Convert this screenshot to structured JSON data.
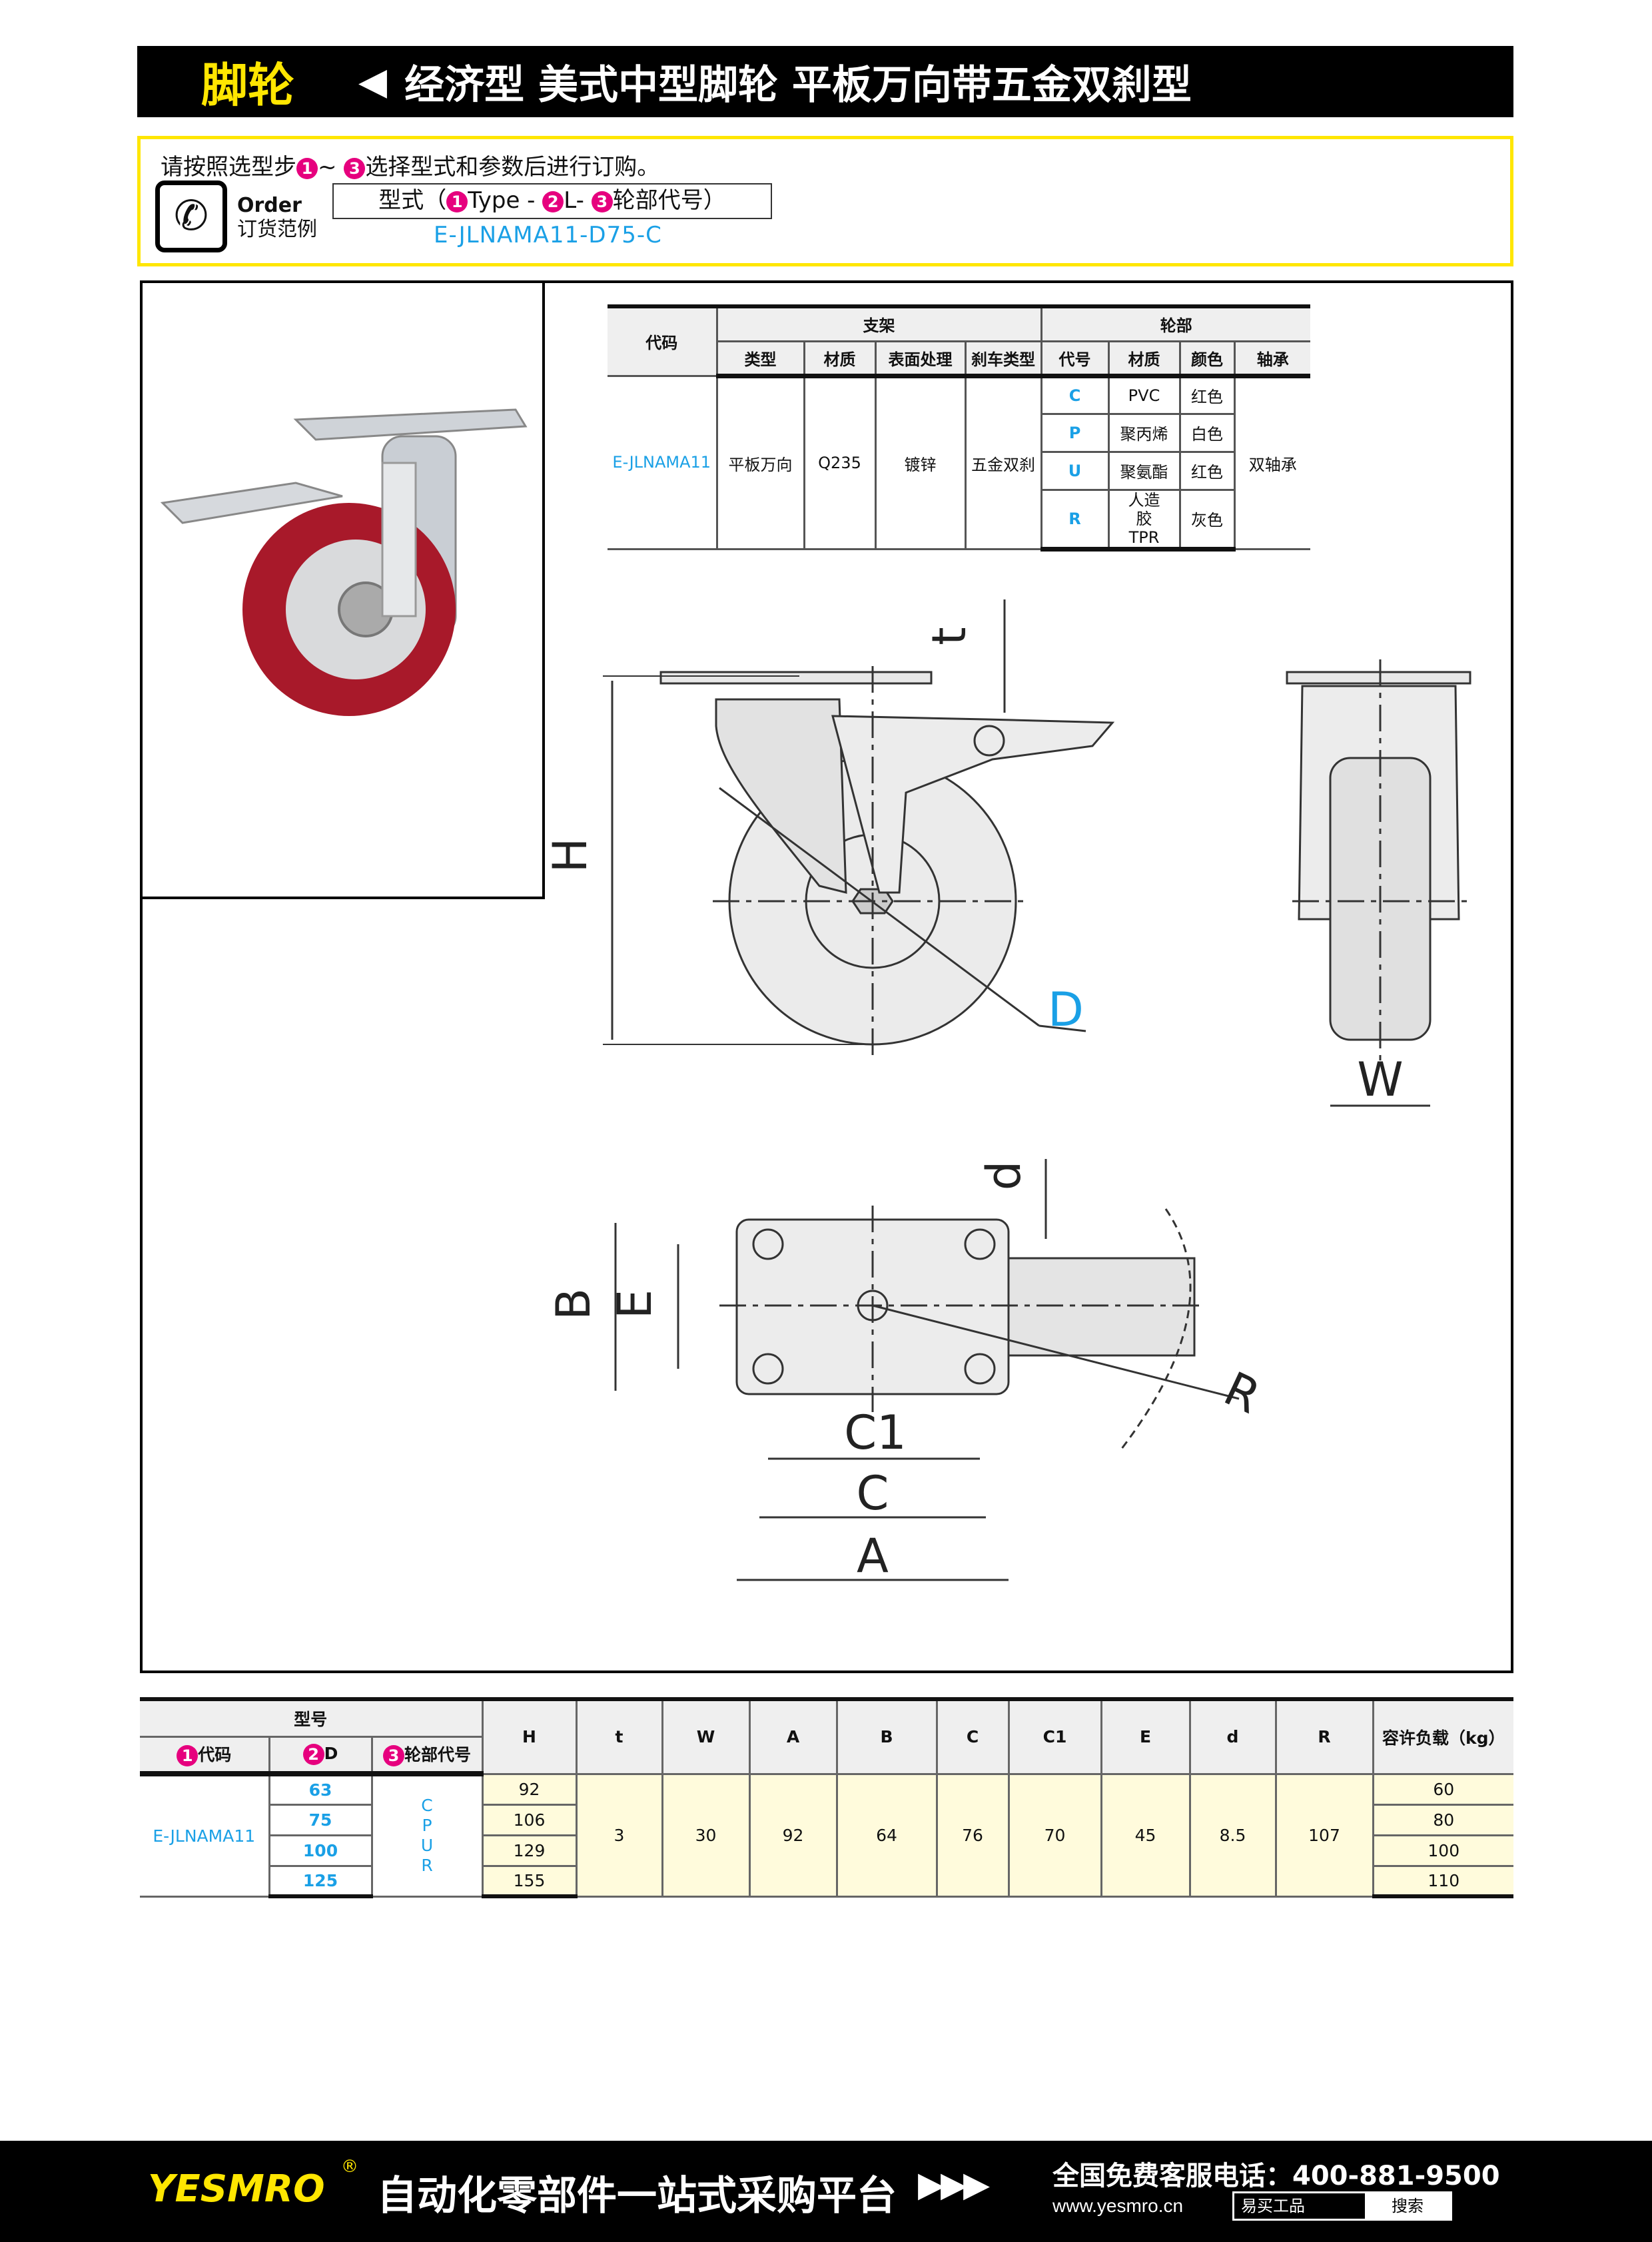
{
  "header": {
    "category": "脚轮",
    "arrow": "◀",
    "title": "经济型 美式中型脚轮 平板万向带五金双刹型"
  },
  "order": {
    "instr_pre": "请按照选型步",
    "step1": "1",
    "tilde": "~",
    "step3": "3",
    "instr_post": "选择型式和参数后进行订购。",
    "order_en": "Order",
    "order_cn": "订货范例",
    "fmt_pre": "型式（",
    "fmt_type": "Type -",
    "fmt_l": "L-",
    "fmt_wheel": "轮部代号）",
    "step2": "2",
    "example": "E-JLNAMA11-D75-C"
  },
  "spec": {
    "h_code": "代码",
    "h_bracket": "支架",
    "h_wheel": "轮部",
    "h_type": "类型",
    "h_mat": "材质",
    "h_surface": "表面处理",
    "h_brake": "刹车类型",
    "h_wcode": "代号",
    "h_wmat": "材质",
    "h_color": "颜色",
    "h_bearing": "轴承",
    "code": "E-JLNAMA11",
    "type": "平板万向",
    "mat": "Q235",
    "surface": "镀锌",
    "brake": "五金双刹",
    "bearing": "双轴承",
    "wheels": [
      {
        "code": "C",
        "mat": "PVC",
        "color": "红色"
      },
      {
        "code": "P",
        "mat": "聚丙烯",
        "color": "白色"
      },
      {
        "code": "U",
        "mat": "聚氨酯",
        "color": "红色"
      },
      {
        "code": "R",
        "mat": "人造胶TPR",
        "color": "灰色"
      }
    ]
  },
  "drawing": {
    "H": "H",
    "t": "t",
    "D": "D",
    "W": "W",
    "d": "d",
    "B": "B",
    "E": "E",
    "C1": "C1",
    "C": "C",
    "A": "A",
    "R": "R"
  },
  "dims": {
    "h_model": "型号",
    "h_code": "代码",
    "h_D": "D",
    "h_wheel": "轮部代号",
    "n1": "1",
    "n2": "2",
    "n3": "3",
    "cols": [
      "H",
      "t",
      "W",
      "A",
      "B",
      "C",
      "C1",
      "E",
      "d",
      "R"
    ],
    "h_load": "容许负载（kg）",
    "code": "E-JLNAMA11",
    "wheel_codes": [
      "C",
      "P",
      "U",
      "R"
    ],
    "rows": [
      {
        "D": "63",
        "H": "92",
        "load": "60"
      },
      {
        "D": "75",
        "H": "106",
        "load": "80"
      },
      {
        "D": "100",
        "H": "129",
        "load": "100"
      },
      {
        "D": "125",
        "H": "155",
        "load": "110"
      }
    ],
    "common": {
      "t": "3",
      "W": "30",
      "A": "92",
      "B": "64",
      "C": "76",
      "C1": "70",
      "E": "45",
      "d": "8.5",
      "R": "107"
    }
  },
  "footer": {
    "logo": "YESMRO",
    "reg": "®",
    "slogan": "自动化零部件一站式采购平台",
    "arrows": "▶▶▶",
    "tel": "全国免费客服电话：400-881-9500",
    "url": "www.yesmro.cn",
    "search_text": "易买工品",
    "search_btn": "搜索"
  },
  "colors": {
    "accent": "#ffe600",
    "blue": "#1aa0e6",
    "magenta": "#e6007e"
  }
}
